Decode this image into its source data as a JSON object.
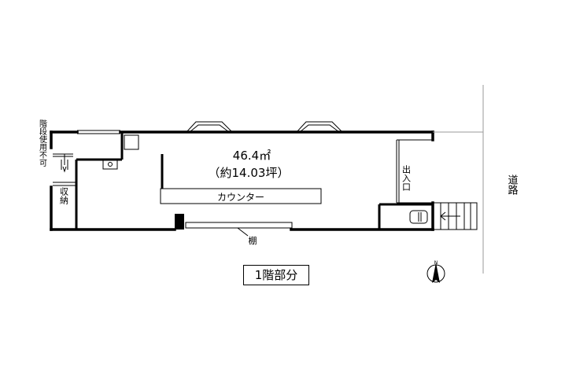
{
  "plan": {
    "area": "46.4㎡",
    "tsubo": "（約14.03坪）",
    "counter": "カウンター",
    "storage": "収納",
    "stairs_note": "階段使用不可",
    "entrance": "出入口",
    "road": "道路",
    "fence": "棚",
    "north": "N"
  },
  "legend": {
    "floor_label": "1階部分"
  },
  "icons": {
    "toilet": "toilet-icon",
    "sink": "sink-icon",
    "north": "north-arrow-icon"
  }
}
